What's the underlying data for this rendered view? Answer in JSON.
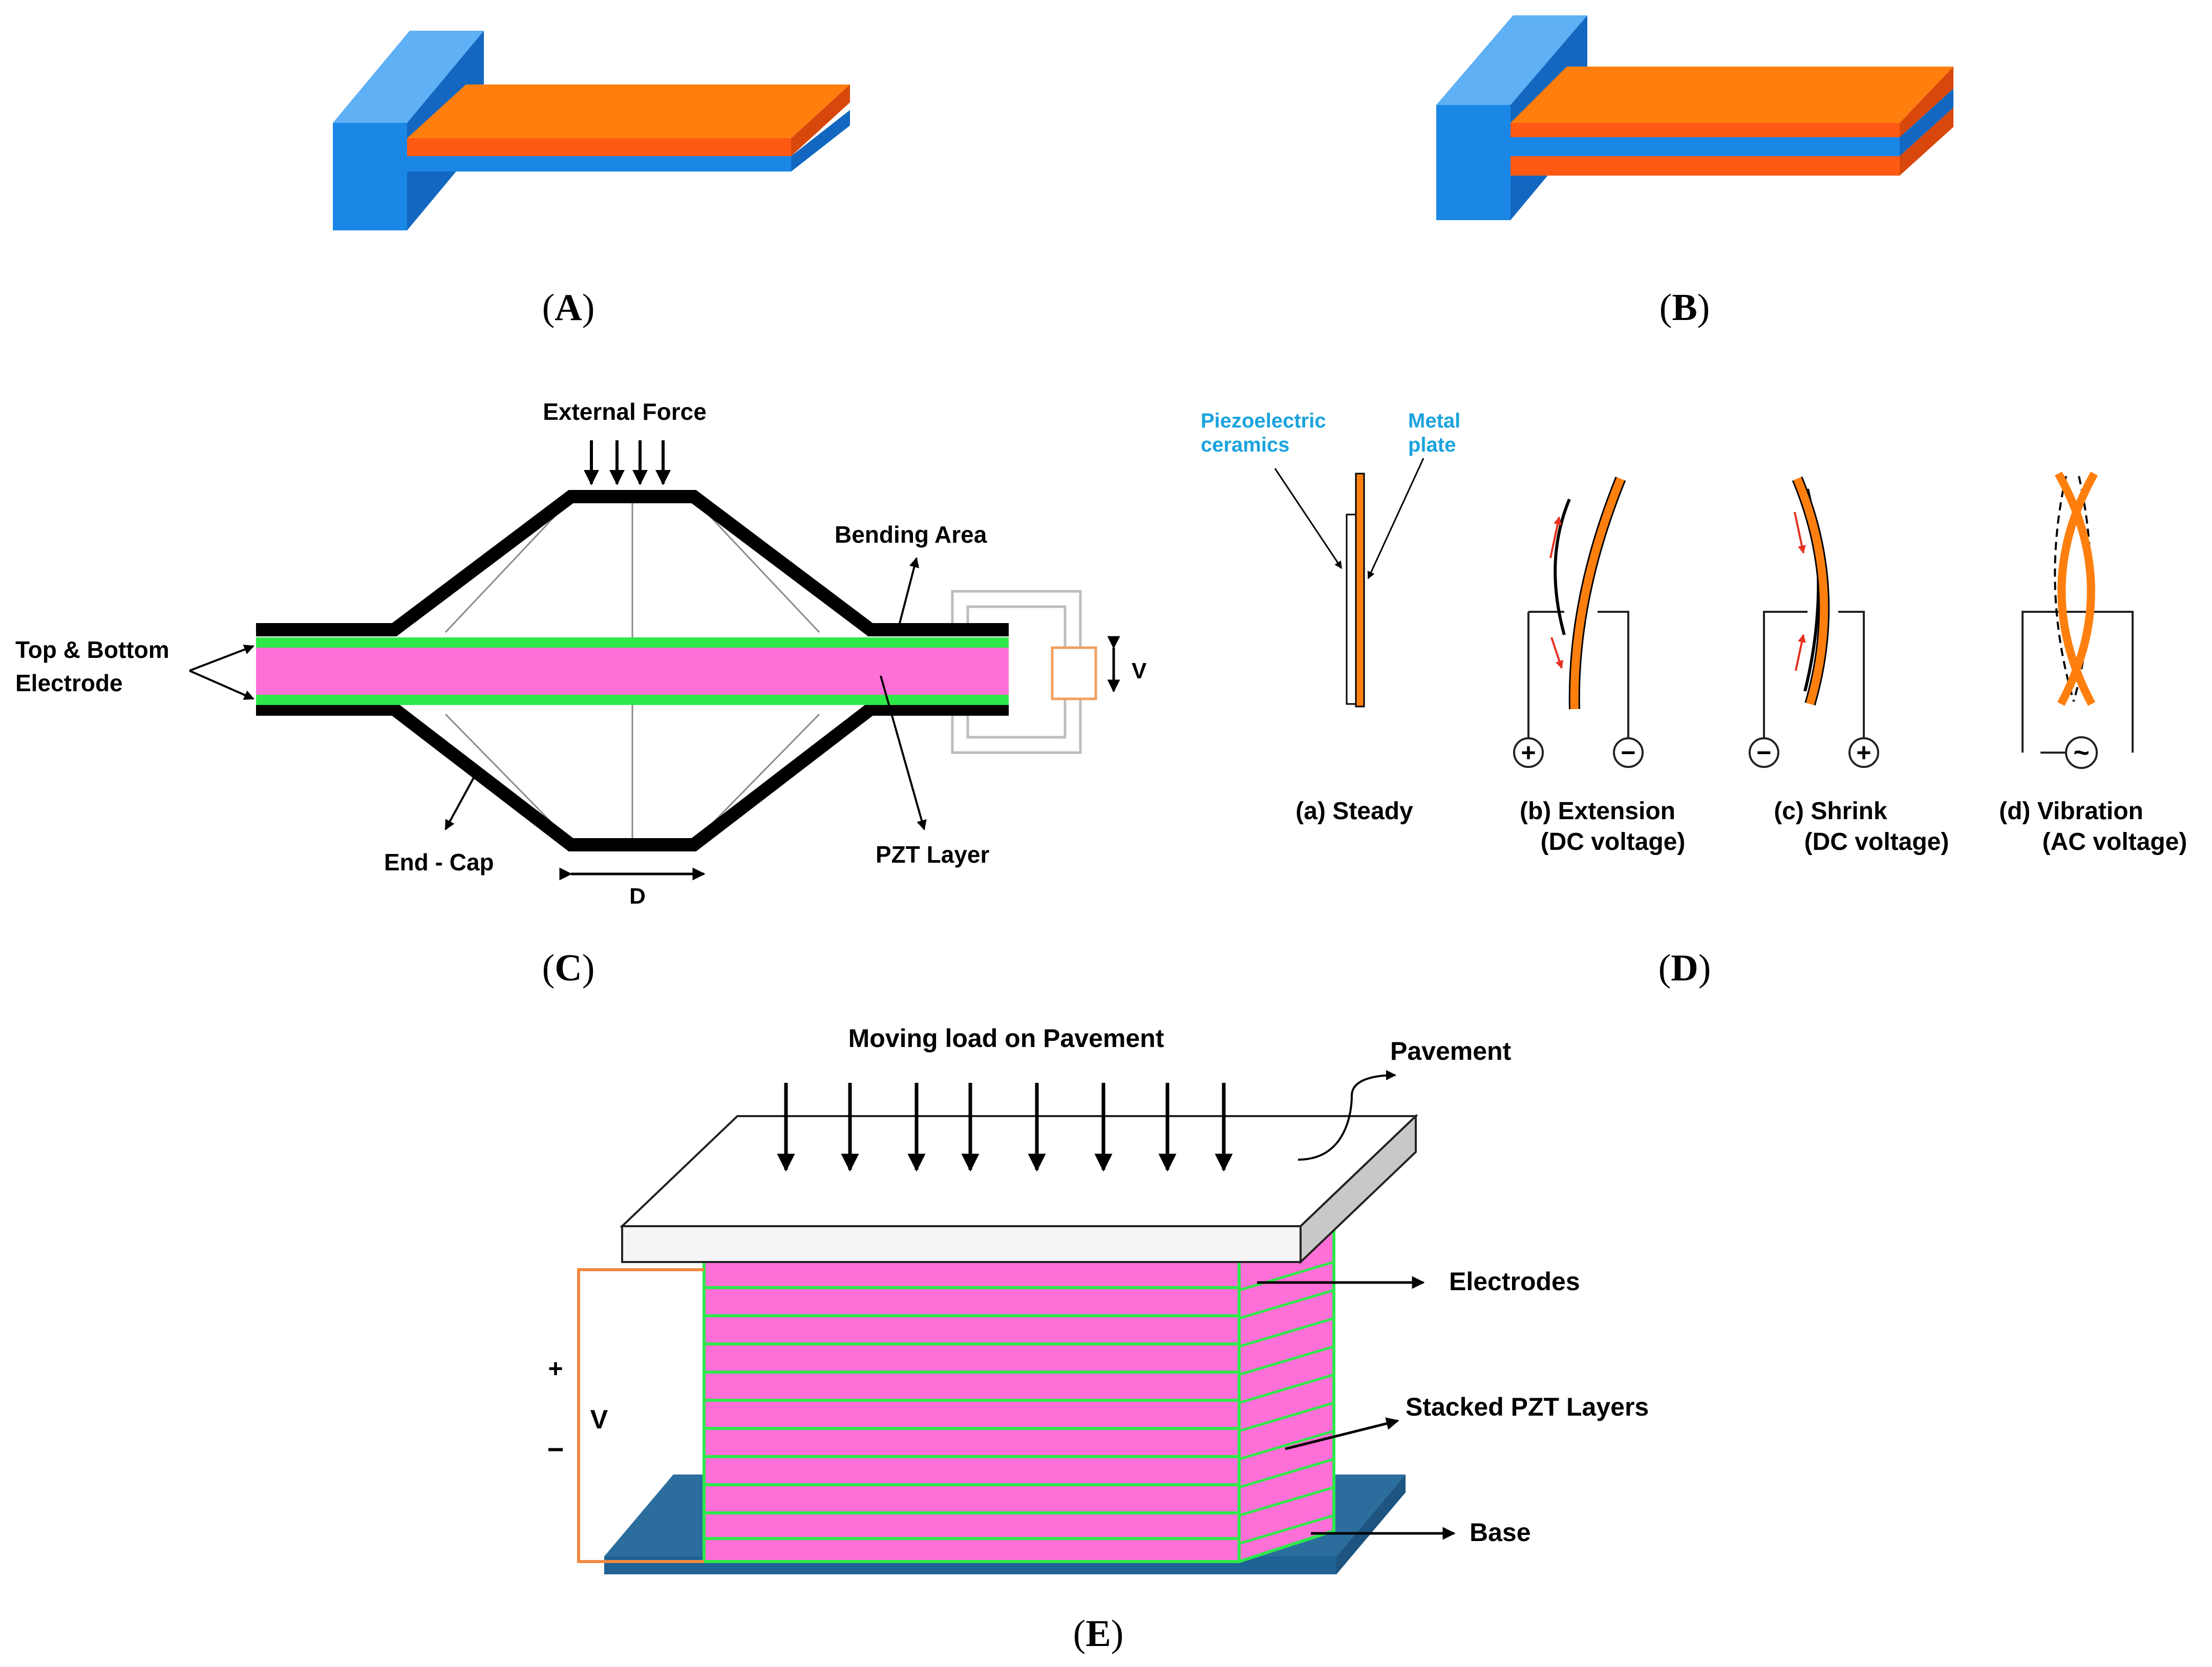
{
  "panels": {
    "A": {
      "caption_open": "(",
      "caption_letter": "A",
      "caption_close": ")"
    },
    "B": {
      "caption_open": "(",
      "caption_letter": "B",
      "caption_close": ")"
    },
    "C": {
      "caption_open": "(",
      "caption_letter": "C",
      "caption_close": ")",
      "labels": {
        "external_force": "External Force",
        "bending_area": "Bending Area",
        "top_bottom_line1": "Top & Bottom",
        "top_bottom_line2": "Electrode",
        "voltage": "V",
        "end_cap": "End - Cap",
        "pzt_layer": "PZT Layer",
        "d": "D"
      }
    },
    "D": {
      "caption_open": "(",
      "caption_letter": "D",
      "caption_close": ")",
      "labels": {
        "piezo_line1": "Piezoelectric",
        "piezo_line2": "ceramics",
        "metal_line1": "Metal",
        "metal_line2": "plate",
        "steady": "(a) Steady",
        "extension_line1": "(b) Extension",
        "extension_line2": "(DC voltage)",
        "shrink_line1": "(c) Shrink",
        "shrink_line2": "(DC voltage)",
        "vibration_line1": "(d) Vibration",
        "vibration_line2": "(AC voltage)",
        "plus": "+",
        "minus": "−",
        "ac": "~"
      }
    },
    "E": {
      "caption_open": "(",
      "caption_letter": "E",
      "caption_close": ")",
      "labels": {
        "moving_load": "Moving load on Pavement",
        "pavement": "Pavement",
        "electrodes": "Electrodes",
        "stacked": "Stacked PZT Layers",
        "base": "Base",
        "plus": "+",
        "voltage": "V",
        "minus": "−"
      }
    }
  },
  "colors": {
    "clamp_blue": "#1a87e6",
    "piezo_orange": "#ff7f0e",
    "piezo_red_orange": "#ff5a14",
    "pzt_pink": "#ff6fd8",
    "electrode_green": "#2ee84a",
    "label_cyan": "#1aa3dd",
    "base_blue": "#2b6e9e"
  }
}
